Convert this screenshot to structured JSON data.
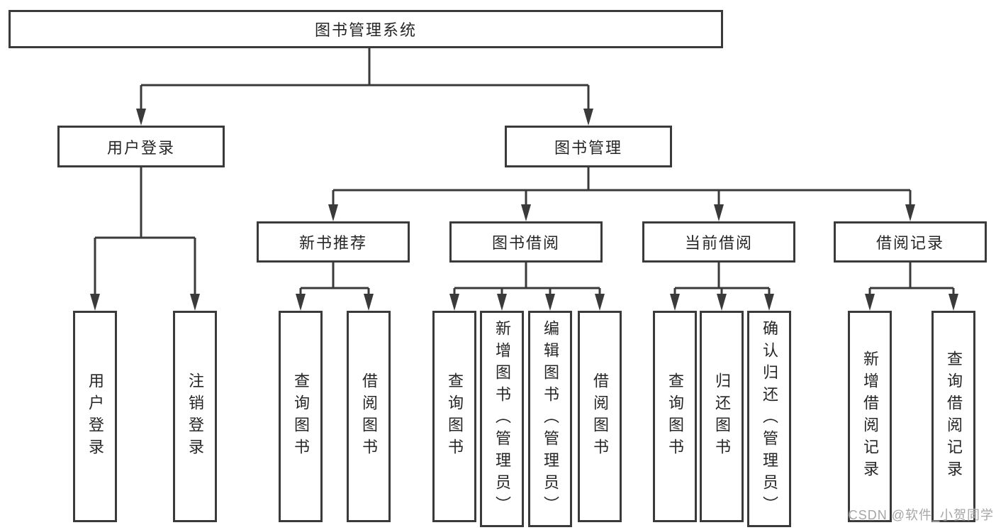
{
  "diagram": {
    "nodes": {
      "root": "图书管理系统",
      "user_login": "用户登录",
      "book_mgmt": "图书管理",
      "new_rec": "新书推荐",
      "book_borrow": "图书借阅",
      "current_borrow": "当前借阅",
      "borrow_records": "借阅记录",
      "leaf_user_login": "用户登录",
      "leaf_logout": "注销登录",
      "leaf_nb_query": "查询图书",
      "leaf_nb_borrow": "借阅图书",
      "leaf_bb_query": "查询图书",
      "leaf_bb_add": "新增图书（管理员）",
      "leaf_bb_edit": "编辑图书（管理员）",
      "leaf_bb_borrow": "借阅图书",
      "leaf_cb_query": "查询图书",
      "leaf_cb_return": "归还图书",
      "leaf_cb_confirm": "确认归还（管理员）",
      "leaf_br_add": "新增借阅记录",
      "leaf_br_query": "查询借阅记录"
    },
    "colors": {
      "line": "#3a3a3a",
      "box_background": "#ffffff",
      "text": "#262626",
      "watermark": "#a6a6a6"
    }
  },
  "watermark": "CSDN @软件_小贺同学"
}
